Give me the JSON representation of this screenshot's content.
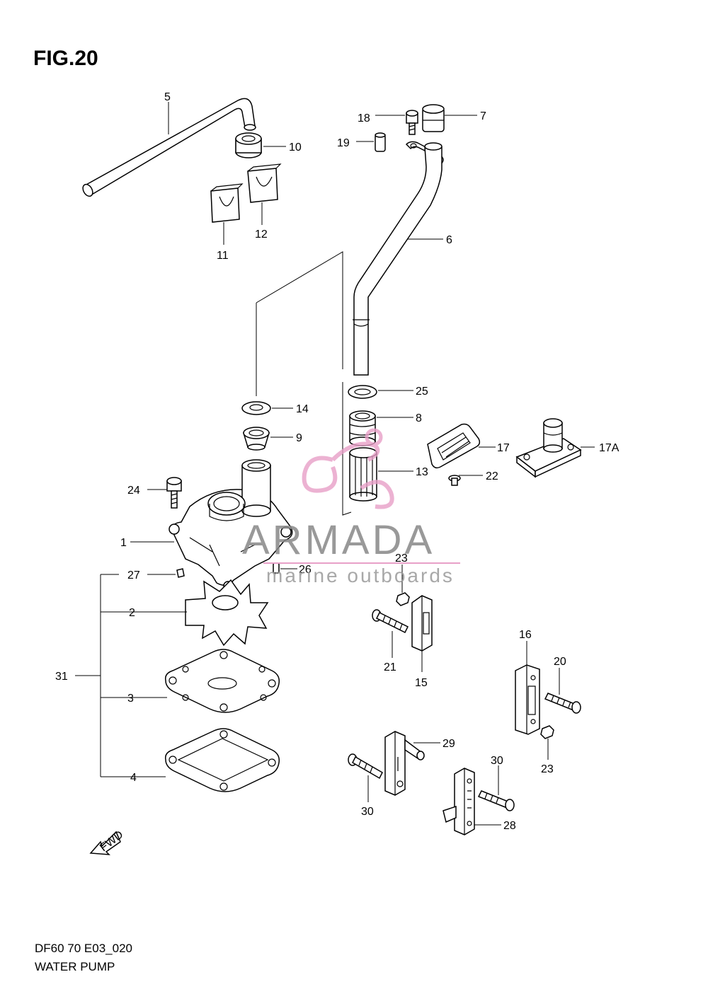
{
  "figure": {
    "title": "FIG.20",
    "code": "DF60 70 E03_020",
    "name": "WATER PUMP"
  },
  "watermark": {
    "brand": "ARMADA",
    "tagline": "marine outboards",
    "logo_color": "#e8a0c8"
  },
  "fwd_label": "FWD",
  "callouts": {
    "c1": "1",
    "c2": "2",
    "c3": "3",
    "c4": "4",
    "c5": "5",
    "c6": "6",
    "c7": "7",
    "c8": "8",
    "c9": "9",
    "c10": "10",
    "c11": "11",
    "c12": "12",
    "c13": "13",
    "c14": "14",
    "c15": "15",
    "c16": "16",
    "c17": "17",
    "c17a": "17A",
    "c18": "18",
    "c19": "19",
    "c20": "20",
    "c21": "21",
    "c22": "22",
    "c23a": "23",
    "c23b": "23",
    "c24": "24",
    "c25": "25",
    "c26": "26",
    "c27": "27",
    "c28": "28",
    "c29": "29",
    "c30a": "30",
    "c30b": "30",
    "c31": "31"
  }
}
